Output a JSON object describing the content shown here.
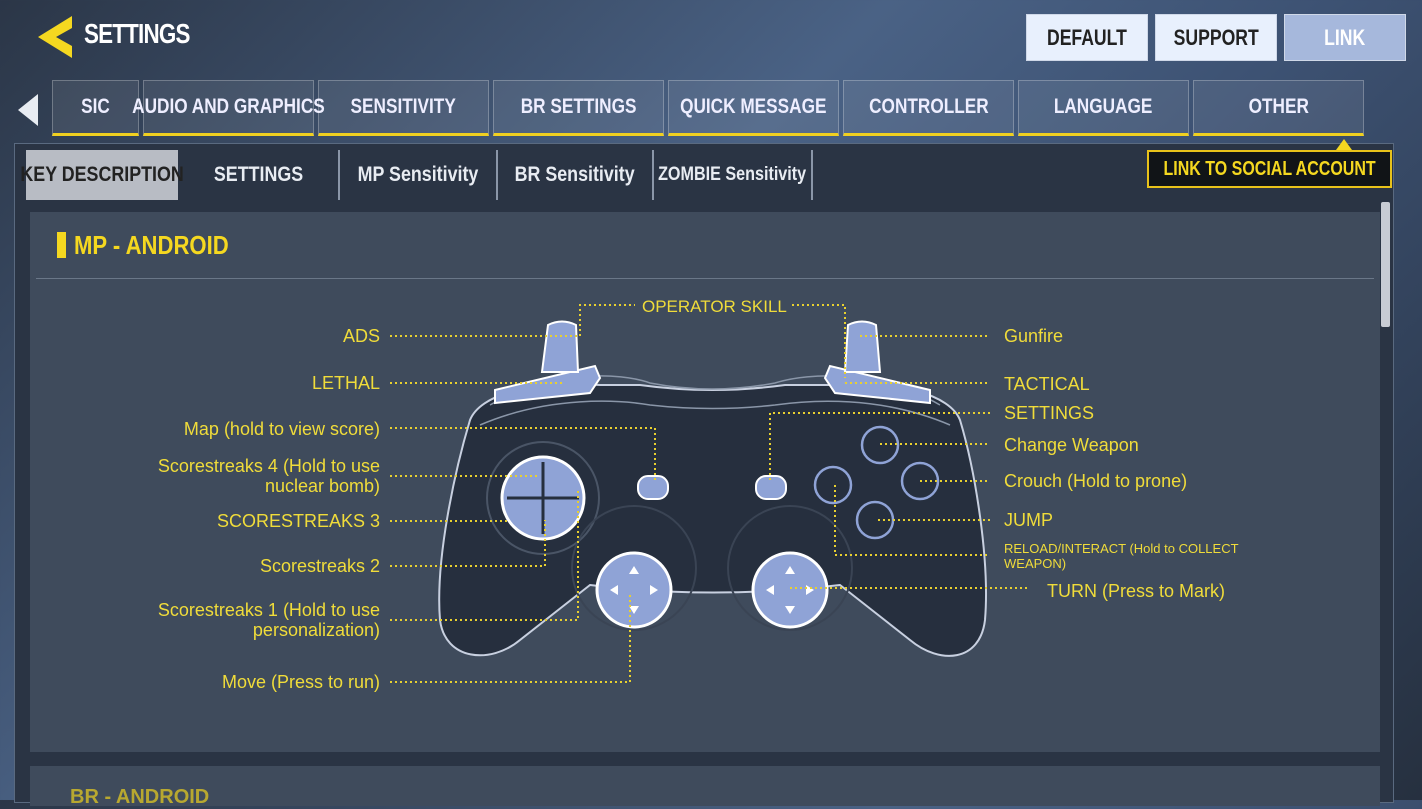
{
  "header": {
    "title": "SETTINGS",
    "buttons": [
      "DEFAULT",
      "SUPPORT",
      "LINK"
    ],
    "tooltip": "LINK TO SOCIAL ACCOUNT"
  },
  "tabs": [
    {
      "label": "SIC"
    },
    {
      "label": "AUDIO AND GRAPHICS"
    },
    {
      "label": "SENSITIVITY"
    },
    {
      "label": "BR SETTINGS"
    },
    {
      "label": "QUICK MESSAGE"
    },
    {
      "label": "CONTROLLER",
      "active": true
    },
    {
      "label": "LANGUAGE"
    },
    {
      "label": "OTHER"
    }
  ],
  "subtabs": [
    "KEY DESCRIPTION",
    "SETTINGS",
    "MP Sensitivity",
    "BR Sensitivity",
    "ZOMBIE Sensitivity"
  ],
  "section": {
    "title": "MP - ANDROID",
    "next_title": "BR - ANDROID"
  },
  "labels": {
    "operator_skill": "OPERATOR SKILL",
    "ads": "ADS",
    "lethal": "LETHAL",
    "map": "Map (hold to view score)",
    "ss4a": "Scorestreaks 4 (Hold to use",
    "ss4b": "nuclear bomb)",
    "ss3": "SCORESTREAKS 3",
    "ss2": "Scorestreaks 2",
    "ss1a": "Scorestreaks 1 (Hold to use",
    "ss1b": "personalization)",
    "move": "Move (Press to run)",
    "gunfire": "Gunfire",
    "tactical": "TACTICAL",
    "settings": "SETTINGS",
    "change_weapon": "Change Weapon",
    "crouch": "Crouch (Hold to prone)",
    "jump": "JUMP",
    "reload_a": "RELOAD/INTERACT (Hold to COLLECT",
    "reload_b": "WEAPON)",
    "turn": "TURN (Press to Mark)"
  },
  "colors": {
    "accent": "#f5d820",
    "button_fill": "#8fa3d6"
  }
}
